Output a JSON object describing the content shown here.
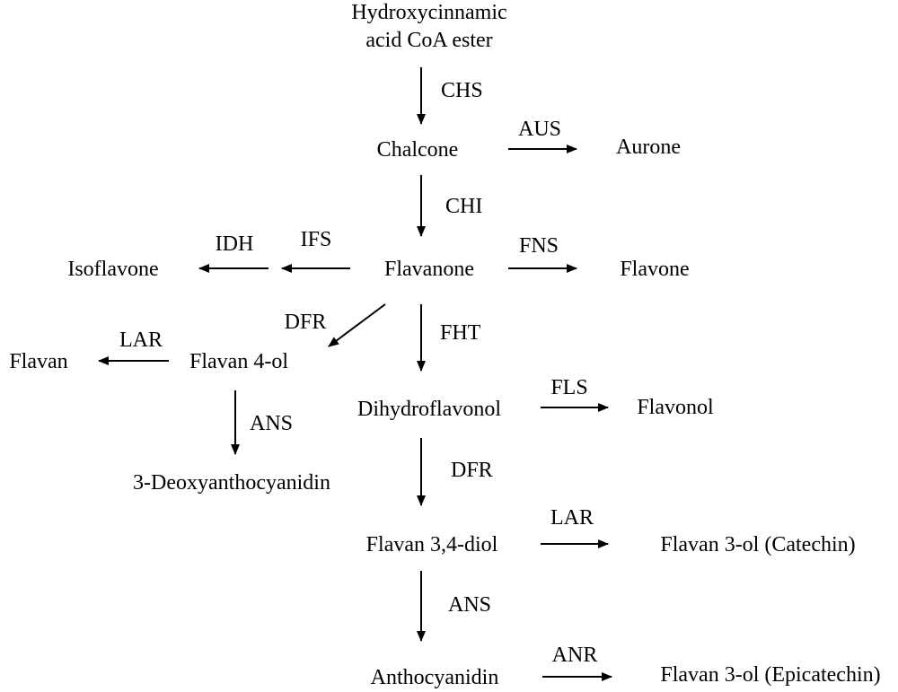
{
  "compounds": {
    "hydroxycinnamic_line1": "Hydroxycinnamic",
    "hydroxycinnamic_line2": "acid CoA ester",
    "chalcone": "Chalcone",
    "aurone": "Aurone",
    "flavanone": "Flavanone",
    "isoflavone": "Isoflavone",
    "flavone": "Flavone",
    "flavan4ol": "Flavan 4-ol",
    "flavan": "Flavan",
    "dihydroflavonol": "Dihydroflavonol",
    "flavonol": "Flavonol",
    "deoxyanthocyanidin": "3-Deoxyanthocyanidin",
    "flavan34diol": "Flavan 3,4-diol",
    "catechin": "Flavan 3-ol (Catechin)",
    "anthocyanidin": "Anthocyanidin",
    "epicatechin": "Flavan 3-ol (Epicatechin)"
  },
  "enzymes": {
    "chs": "CHS",
    "aus": "AUS",
    "chi": "CHI",
    "idh": "IDH",
    "ifs": "IFS",
    "fns": "FNS",
    "dfr_left": "DFR",
    "fht": "FHT",
    "lar_left": "LAR",
    "fls": "FLS",
    "ans_left": "ANS",
    "dfr_main": "DFR",
    "lar_main": "LAR",
    "ans_main": "ANS",
    "anr": "ANR"
  },
  "colors": {
    "ink": "#000000",
    "background": "#ffffff"
  }
}
